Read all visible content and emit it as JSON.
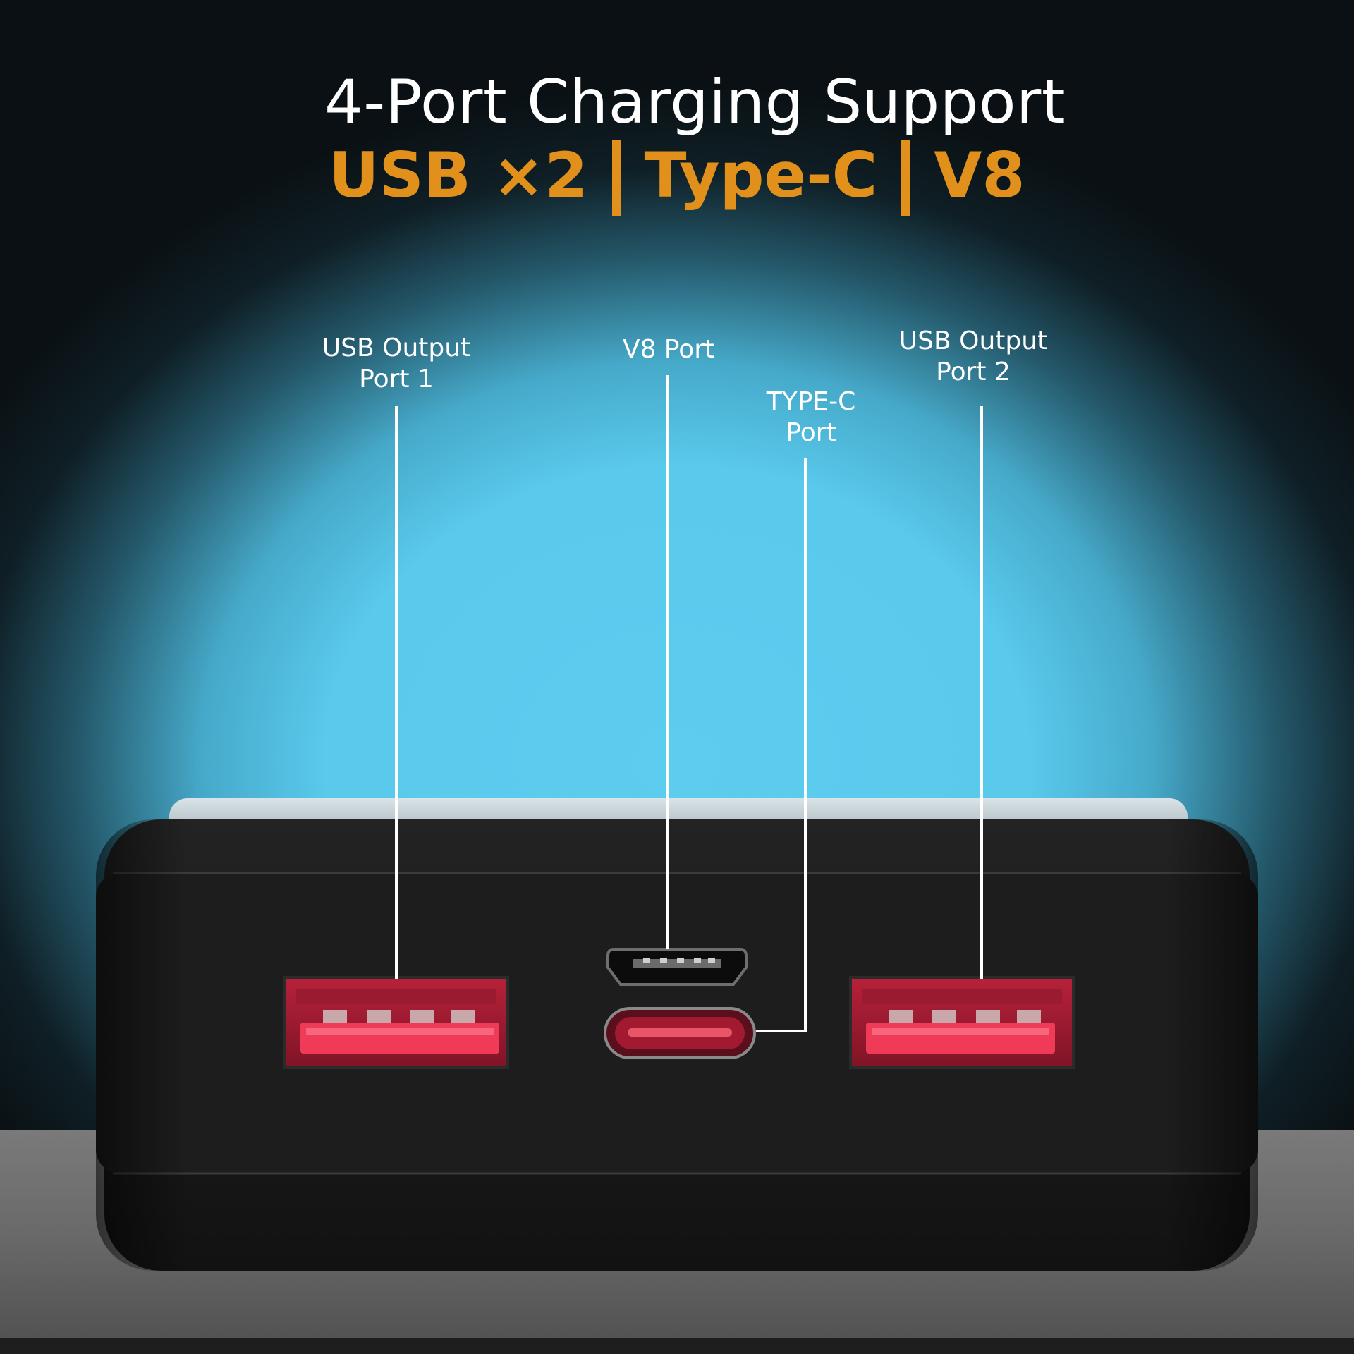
{
  "heading": {
    "title": "4-Port Charging Support",
    "subtitle_parts": [
      "USB ×2",
      "Type-C",
      "V8"
    ]
  },
  "labels": {
    "usb_port_1": [
      "USB Output",
      "Port 1"
    ],
    "v8_port": [
      "V8 Port"
    ],
    "type_c_port": [
      "TYPE-C",
      "Port"
    ],
    "usb_port_2": [
      "USB Output",
      "Port 2"
    ]
  },
  "colors": {
    "accent": "#e0901b",
    "background_glow": "#5ccdef",
    "device_body": "#1c1c1c",
    "port_red": "#e8324a"
  },
  "icons": [
    "usb-a-port-icon",
    "micro-usb-port-icon",
    "usb-c-port-icon"
  ]
}
